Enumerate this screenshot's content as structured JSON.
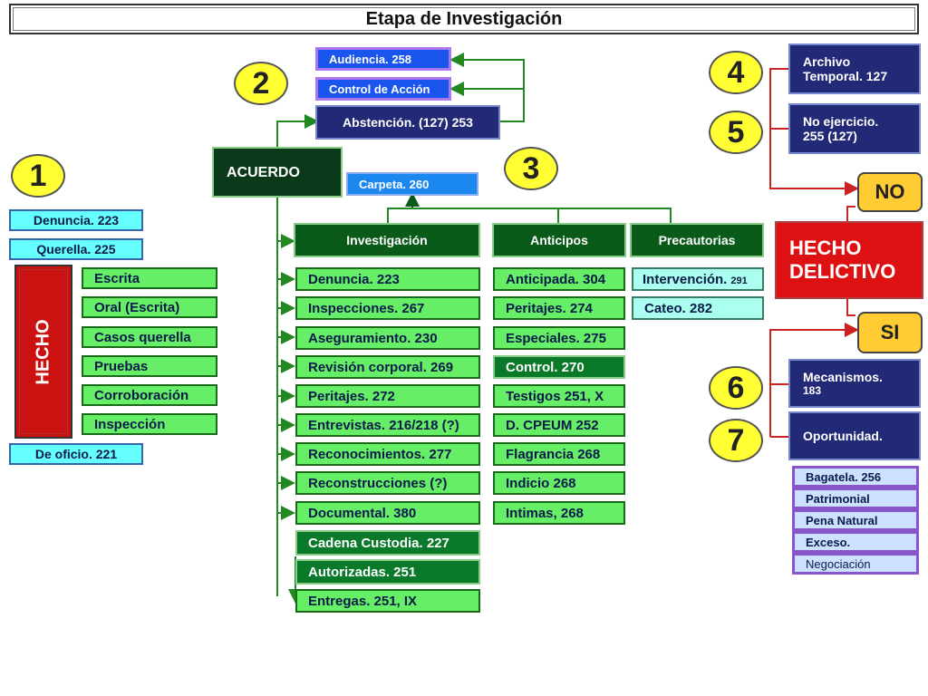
{
  "title": "Etapa de Investigación",
  "badges": {
    "one": "1",
    "two": "2",
    "three": "3",
    "four": "4",
    "five": "5",
    "six": "6",
    "seven": "7"
  },
  "left_column": {
    "denuncia": "Denuncia. 223",
    "querella": "Querella. 225",
    "hecho": "HECHO",
    "forms": [
      "Escrita",
      "Oral (Escrita)",
      "Casos querella",
      "Pruebas",
      "Corroboración",
      "Inspección"
    ],
    "de_oficio": "De oficio. 221"
  },
  "acuerdo": {
    "label": "ACUERDO",
    "audiencia": "Audiencia. 258",
    "control": "Control de Acción",
    "abstencion": "Abstención. (127) 253",
    "carpeta": "Carpeta. 260"
  },
  "investigacion": {
    "header": "Investigación",
    "items": [
      "Denuncia. 223",
      "Inspecciones. 267",
      "Aseguramiento. 230",
      "Revisión corporal. 269",
      "Peritajes. 272",
      "Entrevistas. 216/218 (?)",
      "Reconocimientos. 277",
      "Reconstrucciones (?)",
      "Documental. 380"
    ],
    "dark_items": [
      "Cadena Custodia. 227",
      "Autorizadas. 251"
    ],
    "last": "Entregas. 251, IX"
  },
  "anticipos": {
    "header": "Anticipos",
    "items": [
      "Anticipada. 304",
      "Peritajes. 274",
      "Especiales. 275",
      "Control. 270",
      "Testigos 251, X",
      "D. CPEUM 252",
      "Flagrancia 268",
      "Indicio 268",
      "Intimas, 268"
    ]
  },
  "precautorias": {
    "header": "Precautorias",
    "intervencion": "Intervención.",
    "intervencion_num": "291",
    "cateo": "Cateo. 282"
  },
  "right_column": {
    "archivo_1": "Archivo",
    "archivo_2": "Temporal.  127",
    "no_ejercicio_1": "No ejercicio.",
    "no_ejercicio_2": "255  (127)",
    "no": "NO",
    "hecho_delictivo_1": "HECHO",
    "hecho_delictivo_2": "DELICTIVO",
    "si": "SI",
    "mecanismos_1": "Mecanismos.",
    "mecanismos_2": "183",
    "oportunidad": "Oportunidad.",
    "oportunidad_items": [
      "Bagatela. 256",
      "Patrimonial",
      "Pena Natural",
      "Exceso.",
      "Negociación"
    ]
  },
  "colors": {
    "light_green": "#66ee66",
    "dark_green": "#0a5a1a",
    "cyan": "#66ffff",
    "navy": "#222a77",
    "red": "#dd1111",
    "yellow": "#ffff33",
    "orange": "#ffcc33",
    "connector_green": "#228822",
    "connector_red": "#cc2222"
  }
}
